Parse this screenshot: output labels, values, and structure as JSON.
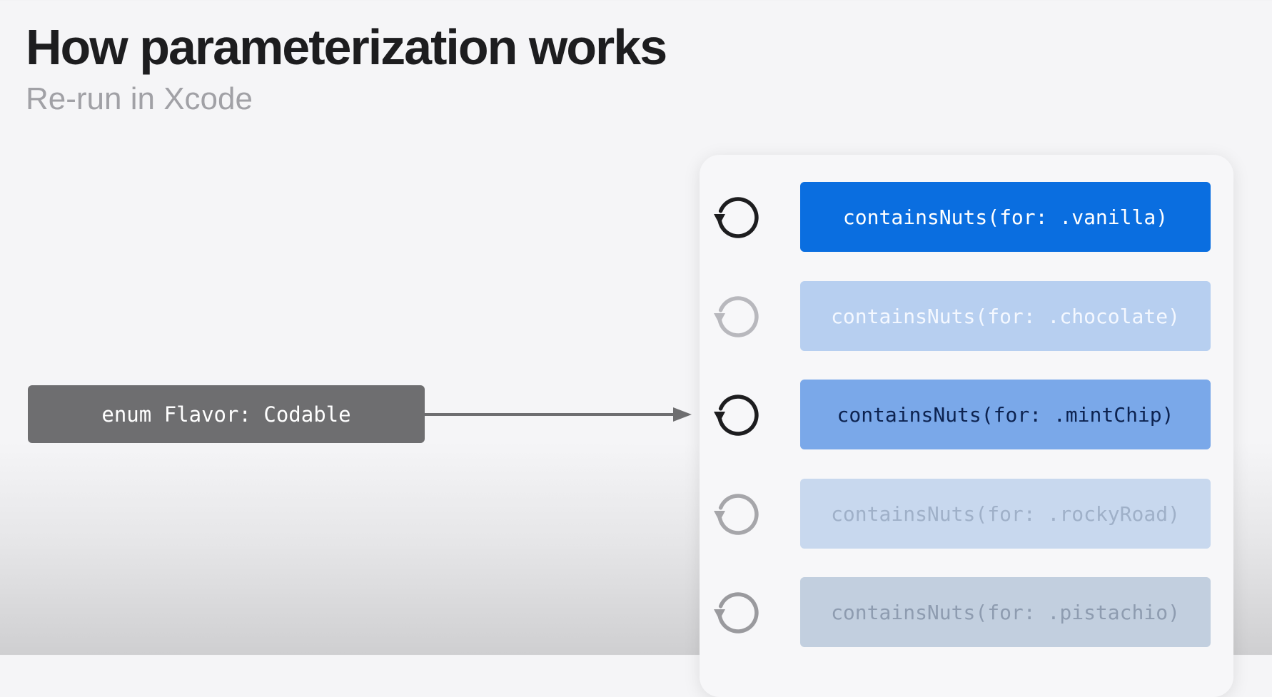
{
  "slide": {
    "title": "How parameterization works",
    "subtitle": "Re-run in Xcode"
  },
  "source": {
    "label": "enum Flavor: Codable",
    "color": "#6e6e70"
  },
  "test_cases": [
    {
      "label": "containsNuts(for: .vanilla)",
      "state": "active",
      "icon": "rerun-icon",
      "box_color": "#0a6ee0",
      "icon_color": "#1d1d1f"
    },
    {
      "label": "containsNuts(for: .chocolate)",
      "state": "faded",
      "icon": "rerun-icon",
      "box_color": "#b7cff0",
      "icon_color": "#b8b8bd"
    },
    {
      "label": "containsNuts(for: .mintChip)",
      "state": "active",
      "icon": "rerun-icon",
      "box_color": "#7aa8e9",
      "icon_color": "#1d1d1f"
    },
    {
      "label": "containsNuts(for: .rockyRoad)",
      "state": "faded",
      "icon": "rerun-icon",
      "box_color": "#c8d8ee",
      "icon_color": "#a6a6aa"
    },
    {
      "label": "containsNuts(for: .pistachio)",
      "state": "faded",
      "icon": "rerun-icon",
      "box_color": "#c2cfdf",
      "icon_color": "#9a9a9e"
    }
  ]
}
